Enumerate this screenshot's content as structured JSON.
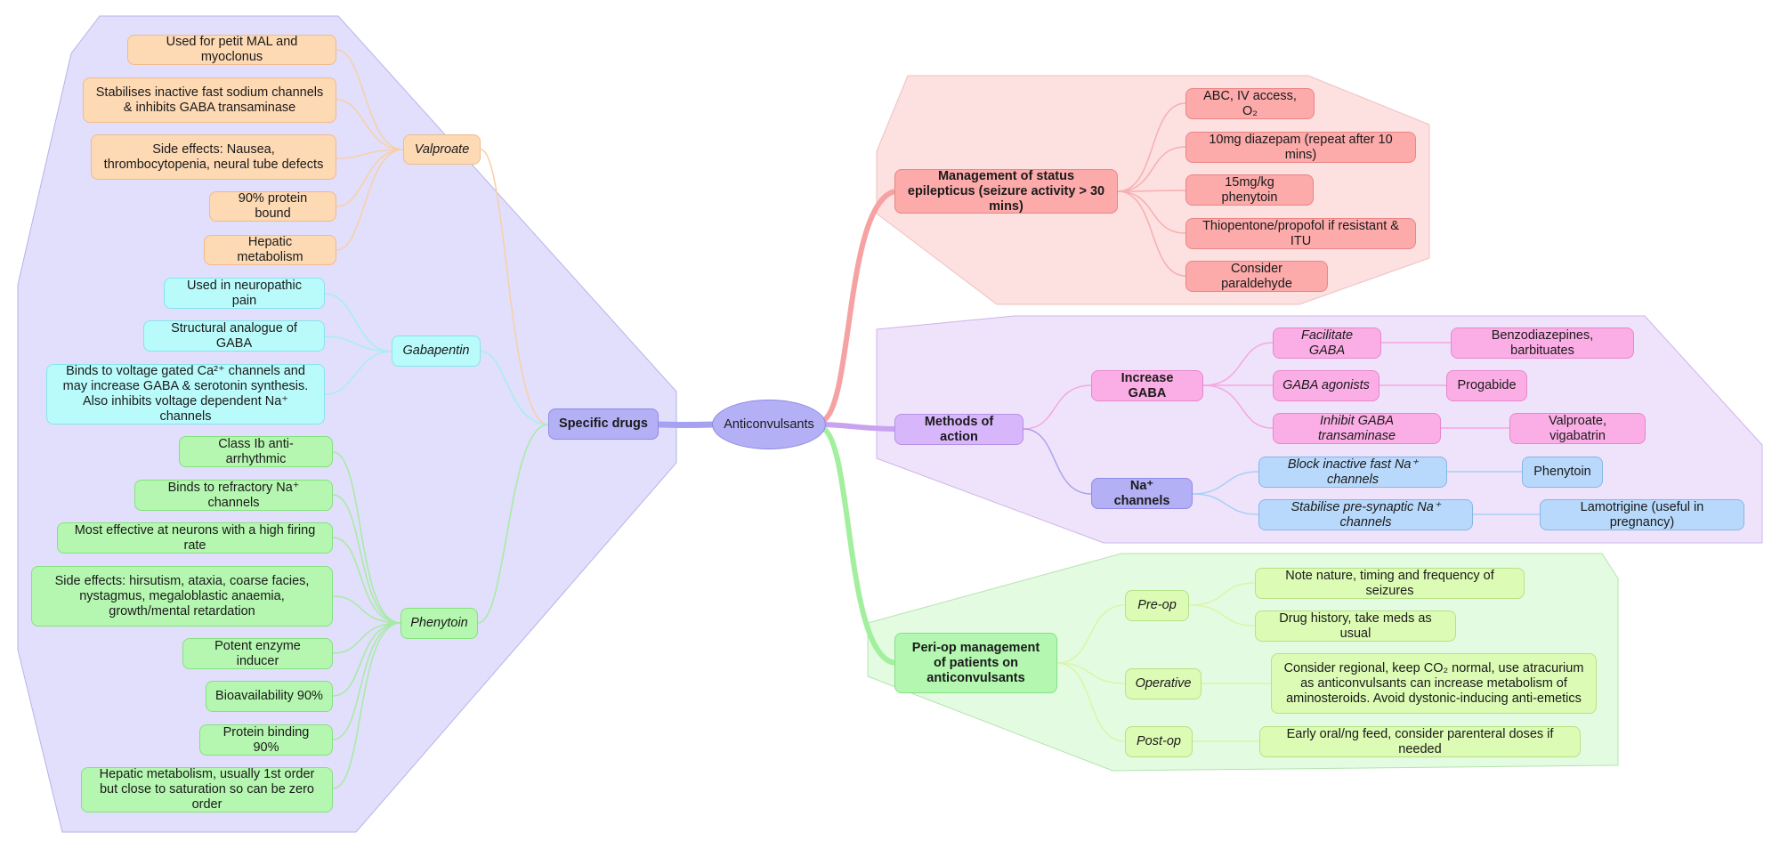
{
  "central": "Anticonvulsants",
  "specific_drugs": {
    "label": "Specific drugs",
    "valproate": {
      "label": "Valproate",
      "points": [
        "Used for petit MAL and myoclonus",
        "Stabilises inactive fast sodium channels & inhibits GABA transaminase",
        "Side effects: Nausea, thrombocytopenia, neural tube defects",
        "90% protein bound",
        "Hepatic metabolism"
      ]
    },
    "gabapentin": {
      "label": "Gabapentin",
      "points": [
        "Used in neuropathic pain",
        "Structural analogue of GABA",
        "Binds to voltage gated Ca²⁺ channels and may increase GABA & serotonin synthesis. Also inhibits voltage dependent Na⁺ channels"
      ]
    },
    "phenytoin": {
      "label": "Phenytoin",
      "points": [
        "Class Ib anti-arrhythmic",
        "Binds to refractory Na⁺ channels",
        "Most effective at neurons with a high firing rate",
        "Side effects: hirsutism, ataxia, coarse facies, nystagmus, megaloblastic anaemia, growth/mental retardation",
        "Potent enzyme inducer",
        "Bioavailability 90%",
        "Protein binding 90%",
        "Hepatic metabolism, usually 1st order but close to saturation so can be zero order"
      ]
    }
  },
  "status_epilepticus": {
    "label": "Management of status epilepticus (seizure activity > 30 mins)",
    "steps": [
      "ABC, IV access, O₂",
      "10mg diazepam (repeat after 10 mins)",
      "15mg/kg phenytoin",
      "Thiopentone/propofol if resistant & ITU",
      "Consider paraldehyde"
    ]
  },
  "methods_of_action": {
    "label": "Methods of action",
    "increase_gaba": {
      "label": "Increase GABA",
      "items": [
        {
          "mechanism": "Facilitate GABA",
          "example": "Benzodiazepines, barbituates"
        },
        {
          "mechanism": "GABA agonists",
          "example": "Progabide"
        },
        {
          "mechanism": "Inhibit GABA transaminase",
          "example": "Valproate, vigabatrin"
        }
      ]
    },
    "na_channels": {
      "label": "Na⁺ channels",
      "items": [
        {
          "mechanism": "Block inactive fast Na⁺ channels",
          "example": "Phenytoin"
        },
        {
          "mechanism": "Stabilise pre-synaptic Na⁺ channels",
          "example": "Lamotrigine (useful in pregnancy)"
        }
      ]
    }
  },
  "peri_op": {
    "label": "Peri-op management of patients on anticonvulsants",
    "pre_op": {
      "label": "Pre-op",
      "items": [
        "Note nature, timing and frequency of seizures",
        "Drug history, take meds as usual"
      ]
    },
    "operative": {
      "label": "Operative",
      "items": [
        "Consider regional, keep CO₂ normal, use atracurium as anticonvulsants can increase metabolism of aminosteroids. Avoid dystonic-inducing anti-emetics"
      ]
    },
    "post_op": {
      "label": "Post-op",
      "items": [
        "Early oral/ng feed, consider parenteral doses if needed"
      ]
    }
  },
  "colors": {
    "left_region": "#e1dffb",
    "status_region": "#fde0e0",
    "moa_region": "#efe3fb",
    "peri_region": "#e3fbe0",
    "valproate": "#fdd9b4",
    "gabapentin": "#b9fbfb",
    "phenytoin": "#b5f7b0",
    "status": "#fcaaaa",
    "gaba": "#fbaee6",
    "na": "#b8d9fb",
    "peri_items": "#dcfbb4"
  }
}
